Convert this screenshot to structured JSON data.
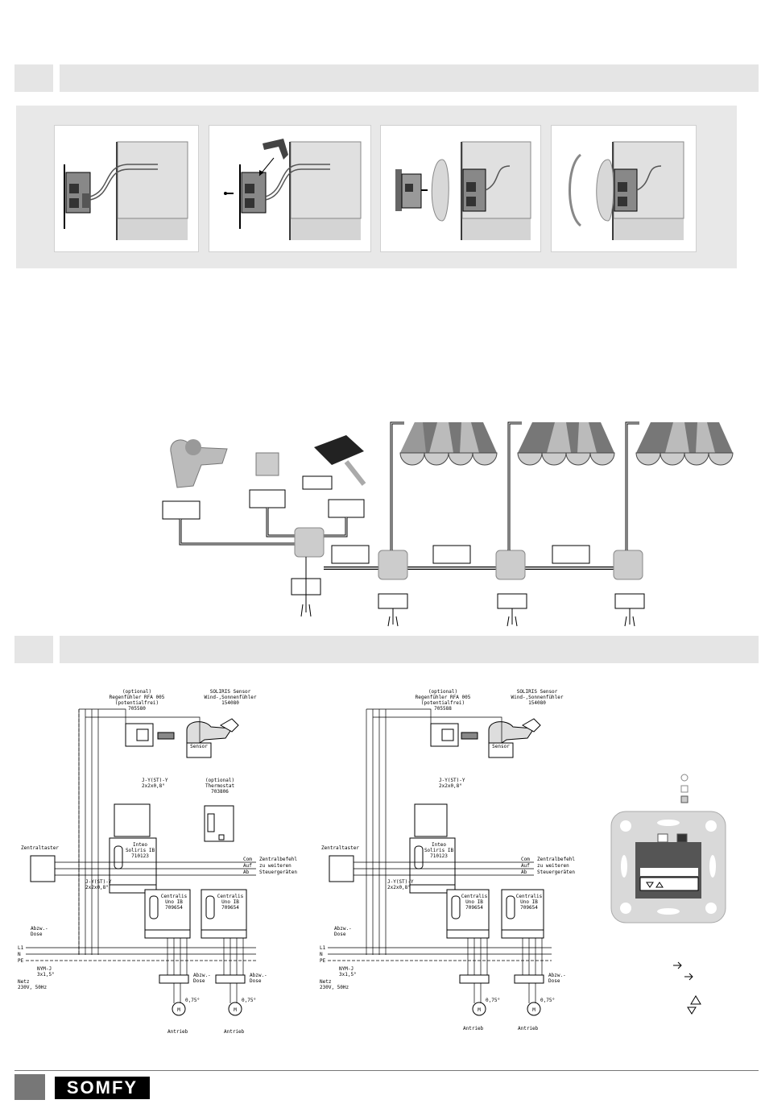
{
  "colors": {
    "section_gray": "#e5e5e5",
    "panel_gray": "#e8e8e8",
    "footer_box": "#777777",
    "logo_bg": "#000000"
  },
  "wiring_left": {
    "rain_sensor": [
      "(optional)",
      "Regenfühler RFA 005",
      "(potentialfrei)",
      "705580"
    ],
    "soliris_sensor": [
      "SOLIRIS Sensor",
      "Wind-,Sonnenfühler",
      "154080"
    ],
    "sensor_label": "Sensor",
    "cable_jy": "J-Y(ST)-Y",
    "cable_jy_spec": "2x2x0,8°",
    "thermostat": [
      "(optional)",
      "Thermostat",
      "703806"
    ],
    "control_unit": [
      "Inteo",
      "Soliris IB",
      "710123"
    ],
    "central_switch": "Zentraltaster",
    "central_cmd": [
      "Zentralbefehl",
      "zu weiteren",
      "Steuergeräten"
    ],
    "bus_labels": [
      "Com",
      "Auf",
      "Ab"
    ],
    "centralis_1": [
      "Centralis",
      "Uno IB",
      "709654"
    ],
    "centralis_2": [
      "Centralis",
      "Uno IB",
      "709654"
    ],
    "junction_box": [
      "Abzw.-",
      "Dose"
    ],
    "mains_lines": [
      "L1",
      "N",
      "PE"
    ],
    "nym": [
      "NYM-J",
      "3x1,5°"
    ],
    "netz": [
      "Netz",
      "230V, 50Hz"
    ],
    "wire_075": "0,75°",
    "motor": "M",
    "drive": "Antrieb"
  },
  "wiring_right": {
    "rain_sensor": [
      "(optional)",
      "Regenfühler RFA 005",
      "(potentialfrei)",
      "705588"
    ],
    "soliris_sensor": [
      "SOLIRIS Sensor",
      "Wind-,Sonnenfühler",
      "154080"
    ],
    "control_unit": [
      "Inteo",
      "Soliris IB",
      "710123"
    ],
    "centralis": [
      "Centralis",
      "Uno IB",
      "709654"
    ],
    "drive": "Antrieb"
  },
  "footer": {
    "logo_text": "SOMFY"
  }
}
